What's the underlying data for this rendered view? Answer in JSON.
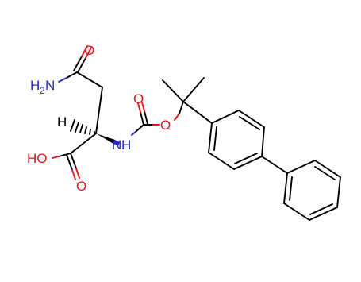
{
  "molecule": {
    "atom_labels": {
      "amide_o": "O",
      "amide_n": "N",
      "amide_h": "H",
      "amide_h_count": "2",
      "stereo_h": "H",
      "nh_n": "N",
      "nh_h": "H",
      "carbamate_o_double": "O",
      "carbamate_o_single": "O",
      "acid_ho": "HO",
      "acid_o_double": "O"
    },
    "colors": {
      "oxygen": "#e8141c",
      "nitrogen": "#2828c8",
      "carbon": "#000000"
    }
  }
}
